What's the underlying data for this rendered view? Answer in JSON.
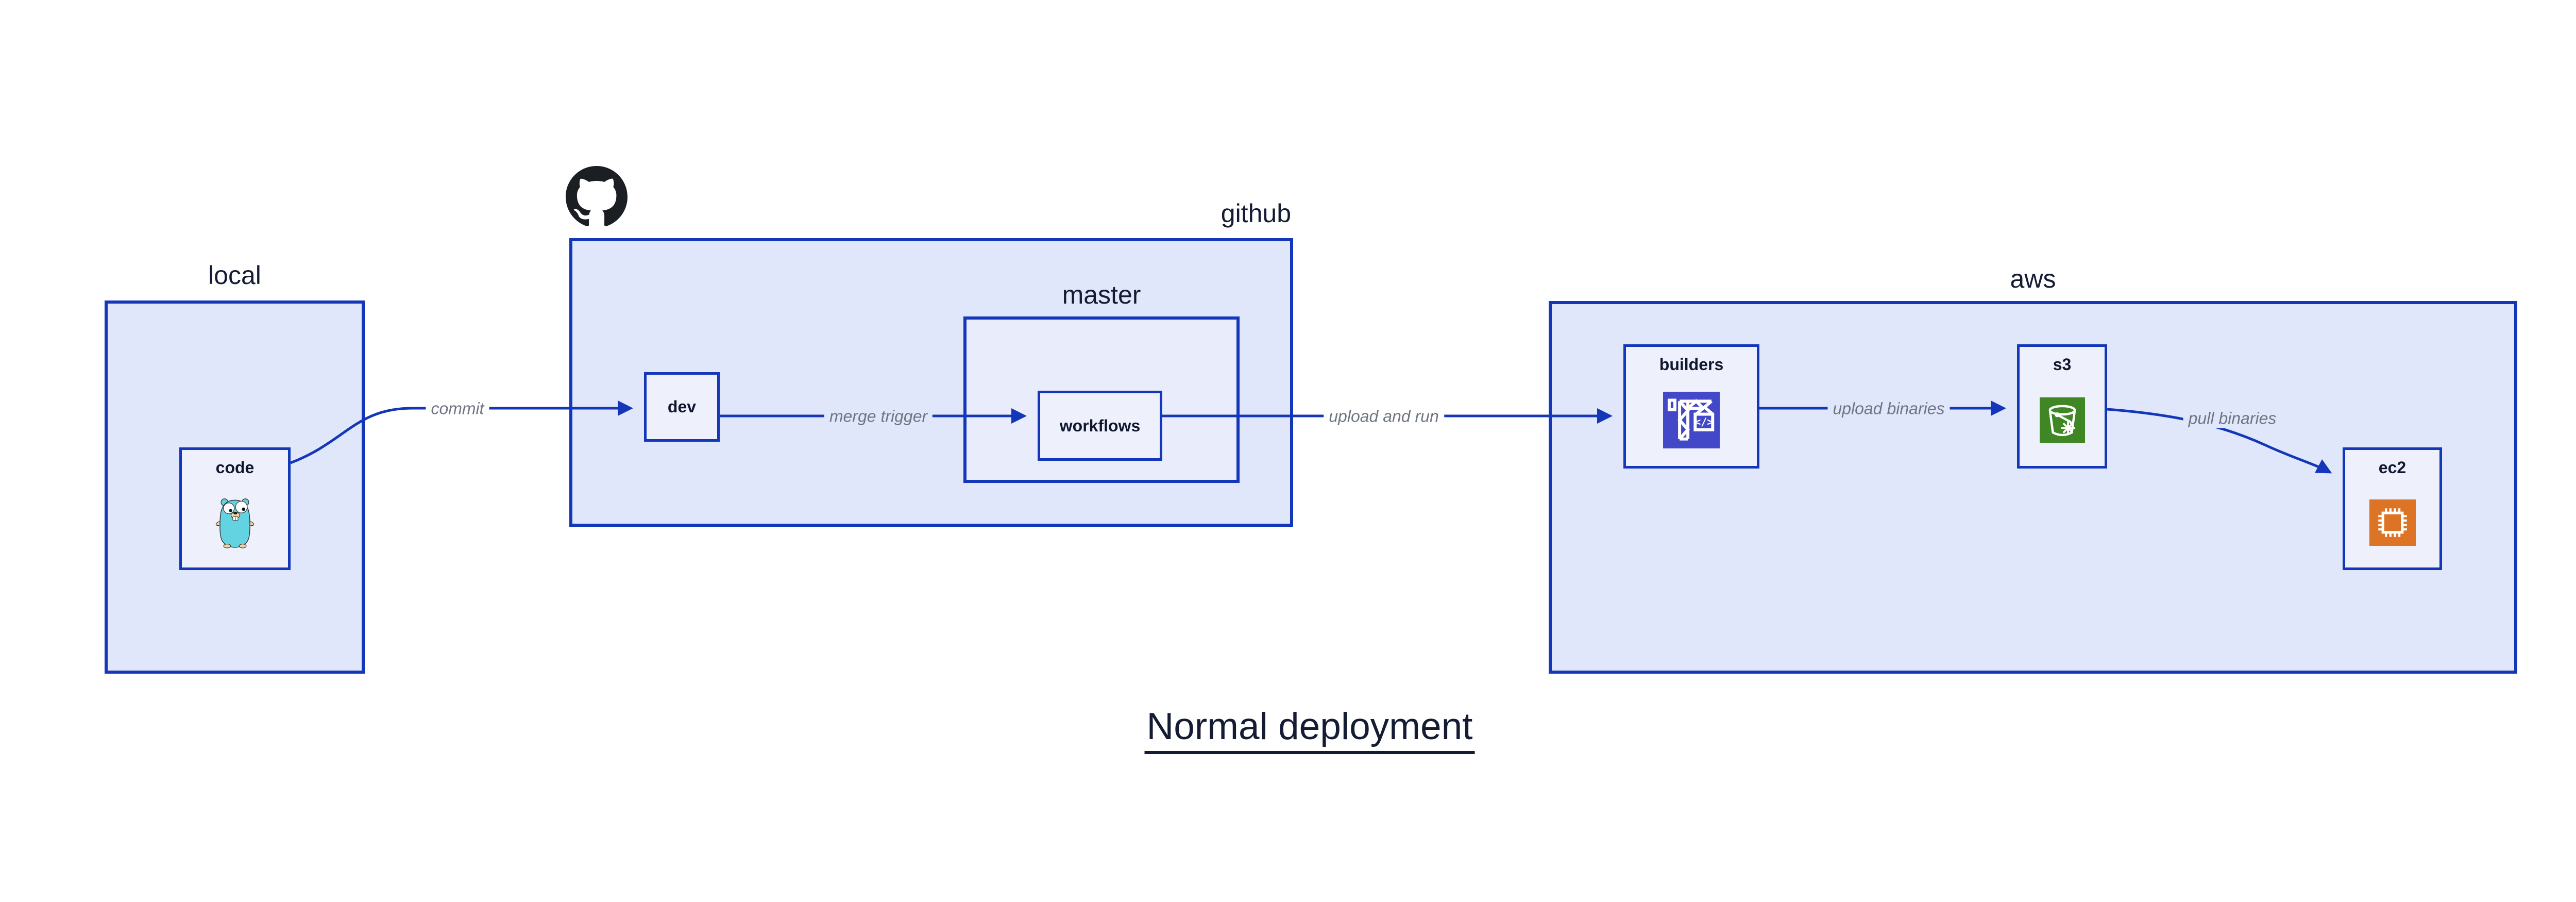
{
  "diagram": {
    "title": "Normal deployment",
    "containers": {
      "local": {
        "label": "local"
      },
      "github": {
        "label": "github"
      },
      "master": {
        "label": "master"
      },
      "aws": {
        "label": "aws"
      }
    },
    "nodes": {
      "code": {
        "label": "code",
        "icon": "go-gopher-icon"
      },
      "dev": {
        "label": "dev"
      },
      "workflows": {
        "label": "workflows"
      },
      "builders": {
        "label": "builders",
        "icon": "codebuild-crane-icon",
        "icon_bg": "#4348C9"
      },
      "s3": {
        "label": "s3",
        "icon": "s3-bucket-icon",
        "icon_bg": "#3F8624"
      },
      "ec2": {
        "label": "ec2",
        "icon": "ec2-chip-icon",
        "icon_bg": "#DD7324"
      }
    },
    "edges": {
      "commit": {
        "label": "commit"
      },
      "merge_trigger": {
        "label": "merge trigger"
      },
      "upload_and_run": {
        "label": "upload and run"
      },
      "upload_binaries": {
        "label": "upload binaries"
      },
      "pull_binaries": {
        "label": "pull binaries"
      }
    },
    "colors": {
      "stroke_blue": "#1337B8",
      "container_fill": "#E0E7FA",
      "subcontainer_fill": "#E9EDFB",
      "node_fill": "#EEF1FC",
      "label_navy": "#141B33",
      "edge_label_gray": "#6F7582",
      "octocat_black": "#1B1F23",
      "gopher_teal": "#63D2E1"
    }
  }
}
